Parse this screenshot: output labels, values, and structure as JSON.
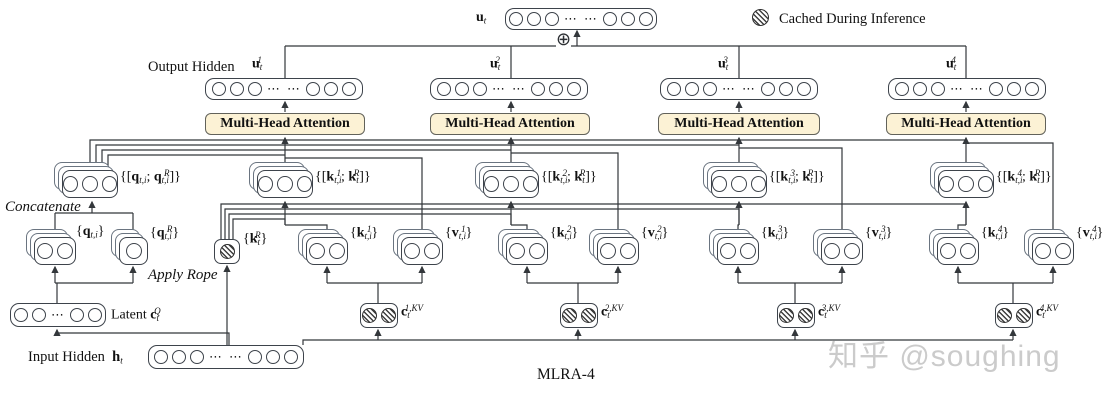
{
  "glyphs": {
    "dots": "⋯",
    "oplus": "⊕"
  },
  "legend": {
    "label": "Cached During Inference"
  },
  "top": {
    "u_label": "<b>u</b><sub>t</sub>"
  },
  "output_hidden": {
    "title": "Output Hidden",
    "heads": [
      "<b>u</b><sub>t</sub><sup>1</sup>",
      "<b>u</b><sub>t</sub><sup>2</sup>",
      "<b>u</b><sub>t</sub><sup>3</sup>",
      "<b>u</b><sub>t</sub><sup>4</sup>"
    ]
  },
  "attention": {
    "label": "Multi-Head Attention"
  },
  "concat_row": {
    "q": "{[<b>q</b><sub>t,i</sub>; <b>q</b><sub>t,i</sub><sup>R</sup>]}",
    "k": [
      "{[<b>k</b><sub>t,i</sub><sup>1</sup>; <b>k</b><sub>t</sub><sup>R</sup>]}",
      "{[<b>k</b><sub>t,i</sub><sup>2</sup>; <b>k</b><sub>t</sub><sup>R</sup>]}",
      "{[<b>k</b><sub>t,i</sub><sup>3</sup>; <b>k</b><sub>t</sub><sup>R</sup>]}",
      "{[<b>k</b><sub>t,i</sub><sup>4</sup>; <b>k</b><sub>t</sub><sup>R</sup>]}"
    ]
  },
  "annotations": {
    "concatenate": "Concatenate",
    "apply_rope": "Apply Rope"
  },
  "kv_row": {
    "q": "{<b>q</b><sub>t,i</sub>}",
    "q_rope": "{<b>q</b><sub>t,i</sub><sup>R</sup>}",
    "k_rope": "{<b>k</b><sub>t</sub><sup>R</sup>}",
    "heads": [
      {
        "k": "{<b>k</b><sub>t,i</sub><sup>1</sup>}",
        "v": "{<b>v</b><sub>t,i</sub><sup>1</sup>}"
      },
      {
        "k": "{<b>k</b><sub>t,i</sub><sup>2</sup>}",
        "v": "{<b>v</b><sub>t,i</sub><sup>2</sup>}"
      },
      {
        "k": "{<b>k</b><sub>t,i</sub><sup>3</sup>}",
        "v": "{<b>v</b><sub>t,i</sub><sup>3</sup>}"
      },
      {
        "k": "{<b>k</b><sub>t,i</sub><sup>4</sup>}",
        "v": "{<b>v</b><sub>t,i</sub><sup>4</sup>}"
      }
    ]
  },
  "latents": {
    "q_label": "Latent <b>c</b><sub>t</sub><sup>Q</sup>",
    "kv": [
      "<b>c</b><sub>t</sub><sup>1,KV</sup>",
      "<b>c</b><sub>t</sub><sup>2,KV</sup>",
      "<b>c</b><sub>t</sub><sup>3,KV</sup>",
      "<b>c</b><sub>t</sub><sup>4,KV</sup>"
    ]
  },
  "input": {
    "label": "Input Hidden&nbsp; <b>h</b><sub>t</sub>"
  },
  "caption": "MLRA-4",
  "watermark": "知乎 @soughing",
  "colors": {
    "attention_fill": "#fcf2d5",
    "line": "#33373b",
    "watermark": "#cbcbcb",
    "cached_hatch": "#3f3f3f"
  }
}
